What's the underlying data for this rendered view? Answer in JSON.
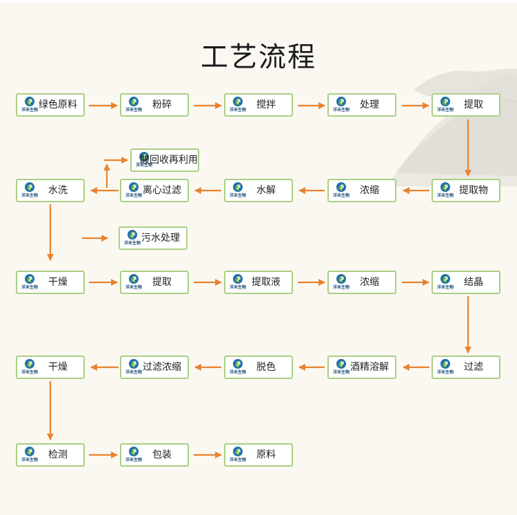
{
  "title": "工艺流程",
  "logo_text": "洋禾生物",
  "colors": {
    "arrow": "#e8822e",
    "node_border": "#a9cf85",
    "logo_blue": "#1f6fb0",
    "logo_green": "#6cb33e"
  },
  "steps": {
    "r1": [
      "绿色原料",
      "粉碎",
      "搅拌",
      "处理",
      "提取"
    ],
    "r2": [
      "水洗",
      "离心过滤",
      "水解",
      "浓缩",
      "提取物"
    ],
    "acid": "酸回收再利用",
    "wastewater": "污水处理",
    "r3": [
      "干燥",
      "提取",
      "提取液",
      "浓缩",
      "结晶"
    ],
    "r4": [
      "干燥",
      "过滤浓缩",
      "脱色",
      "酒精溶解",
      "过滤"
    ],
    "r5": [
      "检测",
      "包装",
      "原料"
    ]
  }
}
